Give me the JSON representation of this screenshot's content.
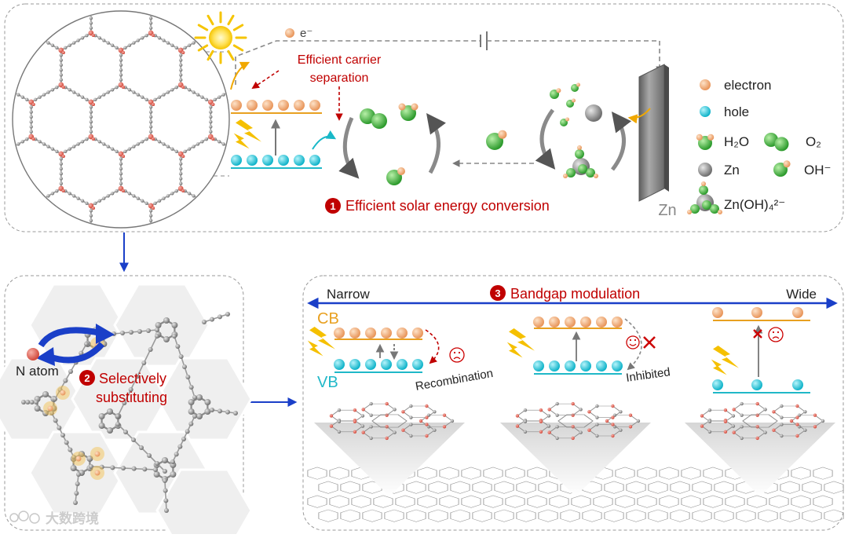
{
  "colors": {
    "electron": "#f0aa78",
    "hole": "#22c8dc",
    "oxygen_green": "#3cb43c",
    "zinc_gray": "#8c8c8c",
    "arrow_blue": "#1a3fc8",
    "red_text": "#c00000",
    "cb_orange": "#e8a020",
    "vb_cyan": "#20b8c8",
    "bolt_yellow": "#f5c000",
    "sad_face_red": "#cc0000",
    "panel_border": "#9a9a9a"
  },
  "top": {
    "electron_symbol": "e⁻",
    "carrier_label_1": "Efficient carrier",
    "carrier_label_2": "separation",
    "step1_number": "1",
    "step1_title": "Efficient solar energy conversion",
    "zn_plate_label": "Zn",
    "legend": {
      "electron": "electron",
      "hole": "hole",
      "h2o": "H₂O",
      "o2": "O₂",
      "zn": "Zn",
      "oh": "OH⁻",
      "zincate": "Zn(OH)₄²⁻"
    }
  },
  "left": {
    "n_atom_label": "N atom",
    "step2_number": "2",
    "step2_title_1": "Selectively",
    "step2_title_2": "substituting"
  },
  "right": {
    "narrow_label": "Narrow",
    "wide_label": "Wide",
    "step3_number": "3",
    "step3_title": "Bandgap modulation",
    "cb_label": "CB",
    "vb_label": "VB",
    "recombination_label": "Recombination",
    "inhibited_label": "Inhibited"
  },
  "watermark": "大数跨境"
}
